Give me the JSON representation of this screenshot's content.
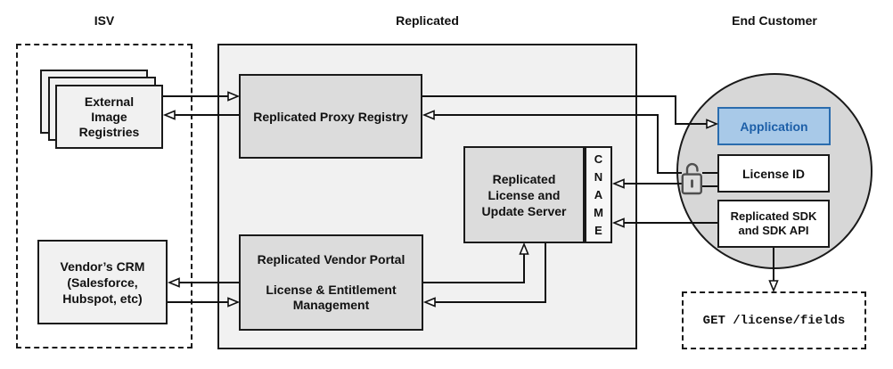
{
  "titles": {
    "isv": "ISV",
    "replicated": "Replicated",
    "end_customer": "End Customer"
  },
  "nodes": {
    "external_registries": {
      "label": "External\nImage\nRegistries"
    },
    "vendor_crm": {
      "label": "Vendor’s CRM\n(Salesforce,\nHubspot, etc)"
    },
    "proxy_registry": {
      "label": "Replicated Proxy Registry"
    },
    "license_update_server": {
      "label": "Replicated\nLicense and\nUpdate Server"
    },
    "cname": {
      "label": "C\nN\nA\nM\nE"
    },
    "vendor_portal": {
      "label": "Replicated Vendor Portal\n\nLicense & Entitlement\nManagement"
    },
    "application": {
      "label": "Application"
    },
    "license_id": {
      "label": "License ID"
    },
    "replicated_sdk": {
      "label": "Replicated SDK\nand SDK API"
    },
    "get_endpoint": {
      "label": "GET /license/fields"
    }
  },
  "icons": {
    "lock": "unlocked-padlock-icon"
  },
  "colors": {
    "panel_gray": "#f1f1f1",
    "light_gray": "#f1f1f1",
    "box_gray": "#dcdcdc",
    "circle_gray": "#d7d7d7",
    "app_fill": "#a8c9e8",
    "app_border": "#2a6cae",
    "app_text": "#1d5fa8",
    "line": "#111111",
    "lock_gray": "#4f4f4f"
  }
}
